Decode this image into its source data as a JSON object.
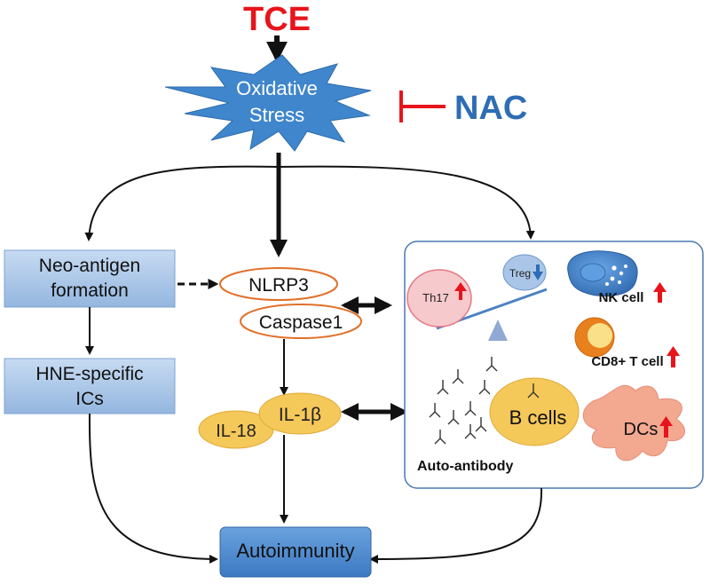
{
  "trigger": "TCE",
  "inhibitor": "NAC",
  "stress": {
    "line1": "Oxidative",
    "line2": "Stress"
  },
  "neo_antigen": {
    "line1": "Neo-antigen",
    "line2": "formation"
  },
  "hne": {
    "line1": "HNE-specific",
    "line2": "ICs"
  },
  "inflammasome": {
    "nlrp3": "NLRP3",
    "caspase": "Caspase1"
  },
  "cytokines": {
    "il18": "IL-18",
    "il1b": "IL-1β"
  },
  "outcome": "Autoimmunity",
  "immune_panel": {
    "th17": "Th17",
    "treg": "Treg",
    "nk": "NK cell",
    "cd8": "CD8+ T cell",
    "bcells": "B cells",
    "autoantibody": "Auto-antibody",
    "dcs": "DCs"
  },
  "colors": {
    "tce": "#e8141b",
    "nac": "#2e6db4",
    "burst": "#3f86cc",
    "box_fill": "#a9c6e8",
    "outcome_fill": "#4a88d0",
    "cytokine_fill": "#f5c85a",
    "caspase_border": "#e2702a",
    "th17_fill": "#f6c9cc",
    "dc_fill": "#f3a890",
    "up_arrow": "#e8141b",
    "down_arrow": "#2e6db4"
  }
}
